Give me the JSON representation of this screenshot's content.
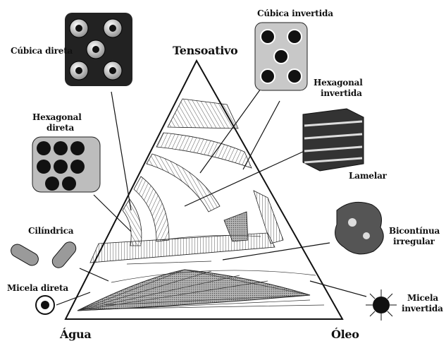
{
  "vertices": {
    "top": "Tensoativo",
    "left": "Água",
    "right": "Óleo"
  },
  "phases": {
    "cubica_direta": "Cúbica direta",
    "cubica_invertida": "Cúbica invertida",
    "hexagonal_invertida": [
      "Hexagonal",
      "invertida"
    ],
    "hexagonal_direta": [
      "Hexagonal",
      "direta"
    ],
    "lamelar": "Lamelar",
    "cilindrica": "Cilíndrica",
    "bicontinua_irregular": [
      "Bicontínua",
      "irregular"
    ],
    "micela_direta": "Micela direta",
    "micela_invertida": [
      "Micela",
      "invertida"
    ]
  },
  "colors": {
    "ink": "#111111",
    "hatch": "#333333",
    "dense_region": "#9a9a9a",
    "sphere_dark": "#1a1a1a",
    "sphere_light": "#f2f2f2"
  }
}
